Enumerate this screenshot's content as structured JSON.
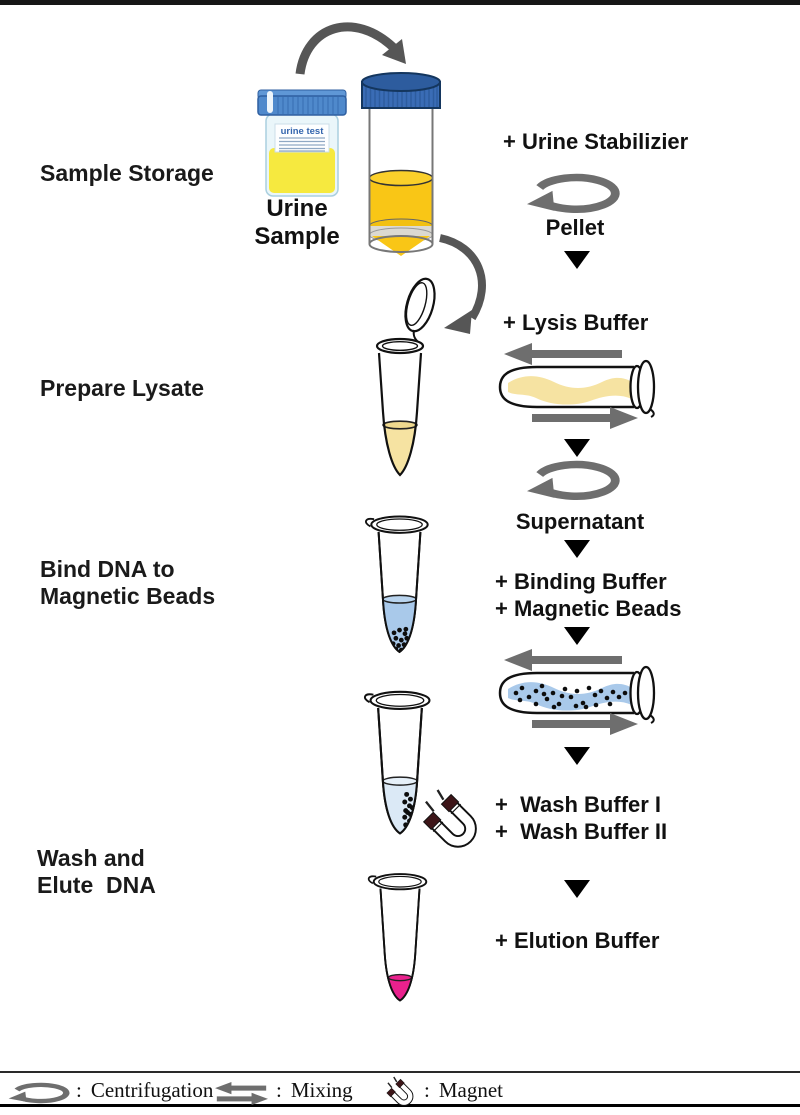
{
  "stages": {
    "sample_storage": "Sample Storage",
    "prepare_lysate": "Prepare Lysate",
    "bind_dna_line1": "Bind DNA to",
    "bind_dna_line2": "Magnetic Beads",
    "wash_elute_line1": "Wash and",
    "wash_elute_line2": "Elute  DNA"
  },
  "items": {
    "urine_sample_caption": "Urine Sample",
    "cup_label": "urine test"
  },
  "steps": {
    "urine_stabilizer": "+ Urine Stabilizier",
    "pellet": "Pellet",
    "lysis_buffer": "+ Lysis Buffer",
    "supernatant": "Supernatant",
    "binding_buffer": "+ Binding Buffer",
    "magnetic_beads": "+ Magnetic Beads",
    "wash_buffer_1": "+  Wash Buffer I",
    "wash_buffer_2": "+  Wash Buffer II",
    "elution_buffer": "+ Elution Buffer"
  },
  "legend": {
    "colon": ":",
    "centrifugation": "Centrifugation",
    "mixing": "Mixing",
    "magnet": "Magnet"
  },
  "icons": {
    "centrifugation_icon": "oval-rotation-arrow",
    "mixing_icon": "opposing-horizontal-arrows",
    "magnet_icon": "horseshoe-magnet",
    "flow_arrow_icon": "solid-black-down-triangle",
    "transfer_arrow_icon": "curved-gray-arrow"
  },
  "colors": {
    "arrow_gray": "#6e6e6e",
    "curve_arrow_gray": "#555555",
    "urine_yellow": "#f6e93f",
    "falcon_urine_gold": "#f9c616",
    "lysate_yellow": "#f6e3a2",
    "bead_liquid_blue": "#a9c9ea",
    "wash_liquid_blue": "#dbe9f6",
    "elution_pink": "#e9218d",
    "falcon_cap_blue": "#3a6cb5",
    "cup_cap_blue": "#4f89cc",
    "bead_black": "#111111",
    "text_black": "#1a1a1a"
  }
}
